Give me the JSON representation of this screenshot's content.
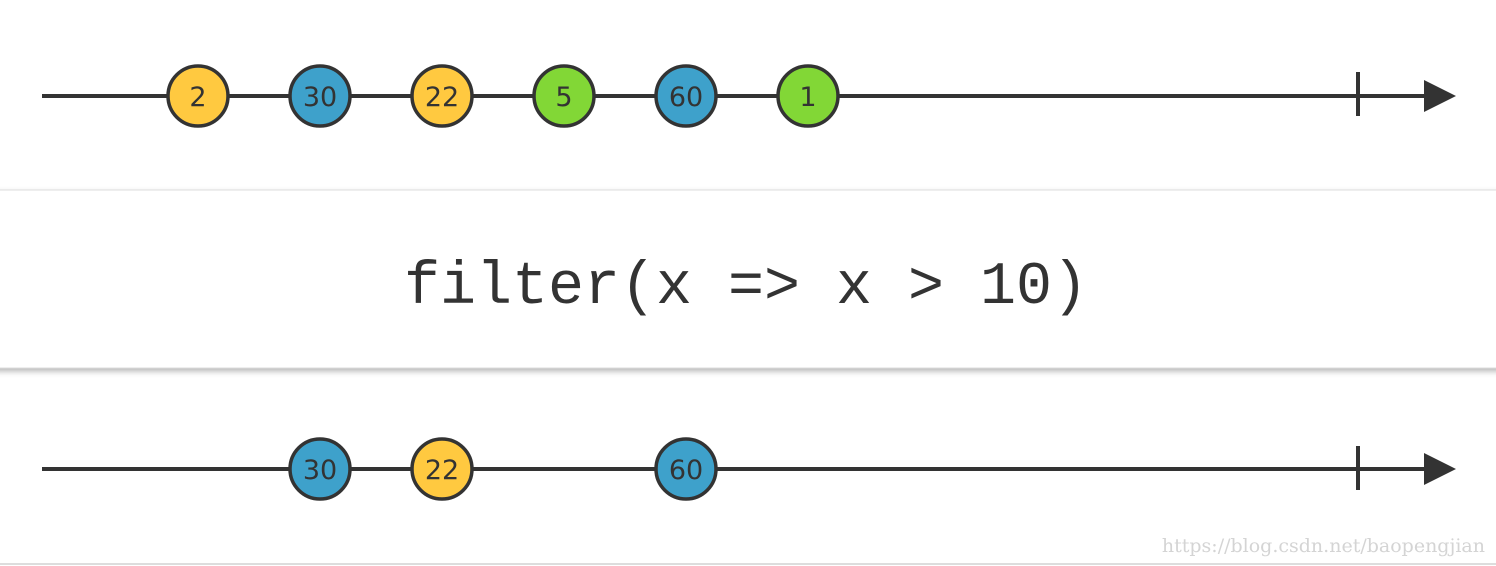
{
  "colors": {
    "yellow": "#ffc940",
    "blue": "#3ea1cb",
    "green": "#82d736",
    "stroke": "#333333",
    "line": "#333333",
    "box_fill": "#ffffff",
    "box_border": "#dddddd"
  },
  "input": {
    "marbles": [
      {
        "label": "2",
        "color": "yellow"
      },
      {
        "label": "30",
        "color": "blue"
      },
      {
        "label": "22",
        "color": "yellow"
      },
      {
        "label": "5",
        "color": "green"
      },
      {
        "label": "60",
        "color": "blue"
      },
      {
        "label": "1",
        "color": "green"
      }
    ]
  },
  "operator": {
    "text": "filter(x => x > 10)"
  },
  "output": {
    "marbles": [
      {
        "label": "30",
        "color": "blue"
      },
      {
        "label": "22",
        "color": "yellow"
      },
      {
        "label": "60",
        "color": "blue"
      }
    ]
  },
  "watermark": "https://blog.csdn.net/baopengjian"
}
